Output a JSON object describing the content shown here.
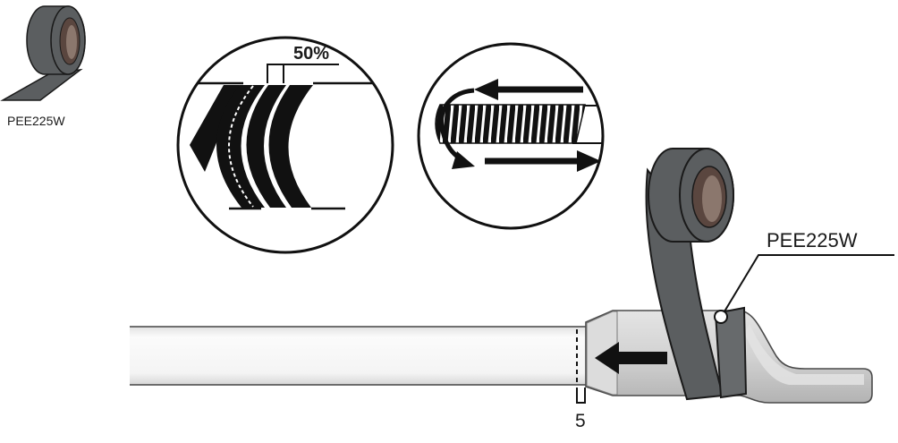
{
  "tape_legend": {
    "label": "PEE225W"
  },
  "overlap_detail": {
    "label": "50%"
  },
  "assembly": {
    "tape_label": "PEE225W",
    "dimension": "5"
  },
  "colors": {
    "tape": "#5b5e60",
    "tape_wrap": "#676a6c",
    "tape_core": "#5a463f",
    "tape_core_light": "#8b776d",
    "ink": "#111111",
    "paper": "#ffffff"
  }
}
